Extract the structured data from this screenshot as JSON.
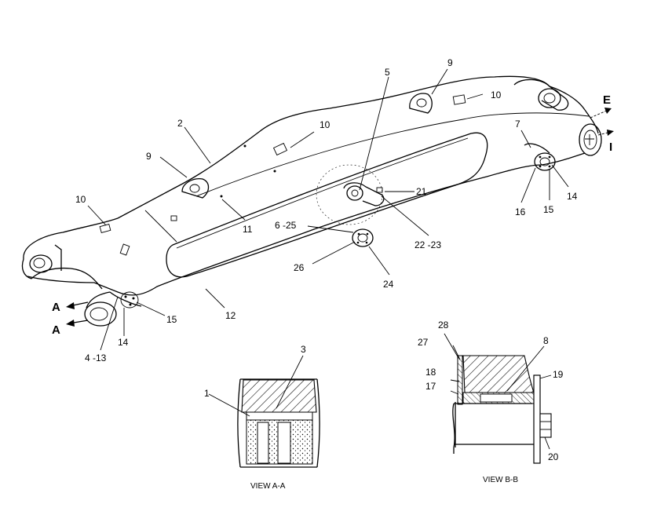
{
  "callouts": {
    "c2": "2",
    "c5": "5",
    "c9a": "9",
    "c9b": "9",
    "c10a": "10",
    "c10b": "10",
    "c10c": "10",
    "c7": "7",
    "c11": "11",
    "c12": "12",
    "c14a": "14",
    "c14b": "14",
    "c15a": "15",
    "c15b": "15",
    "c16": "16",
    "c21": "21",
    "c22_23": "22 -23",
    "c6_25": "6 -25",
    "c24": "24",
    "c26": "26",
    "c4_13": "4 -13",
    "c1": "1",
    "c3": "3",
    "c8": "8",
    "c17": "17",
    "c18": "18",
    "c19": "19",
    "c20": "20",
    "c27": "27",
    "c28": "28"
  },
  "section_marks": {
    "a1": "A",
    "a2": "A",
    "e": "E",
    "i": "I"
  },
  "views": {
    "view_aa": "VIEW  A-A",
    "view_bb": "VIEW  B-B"
  }
}
